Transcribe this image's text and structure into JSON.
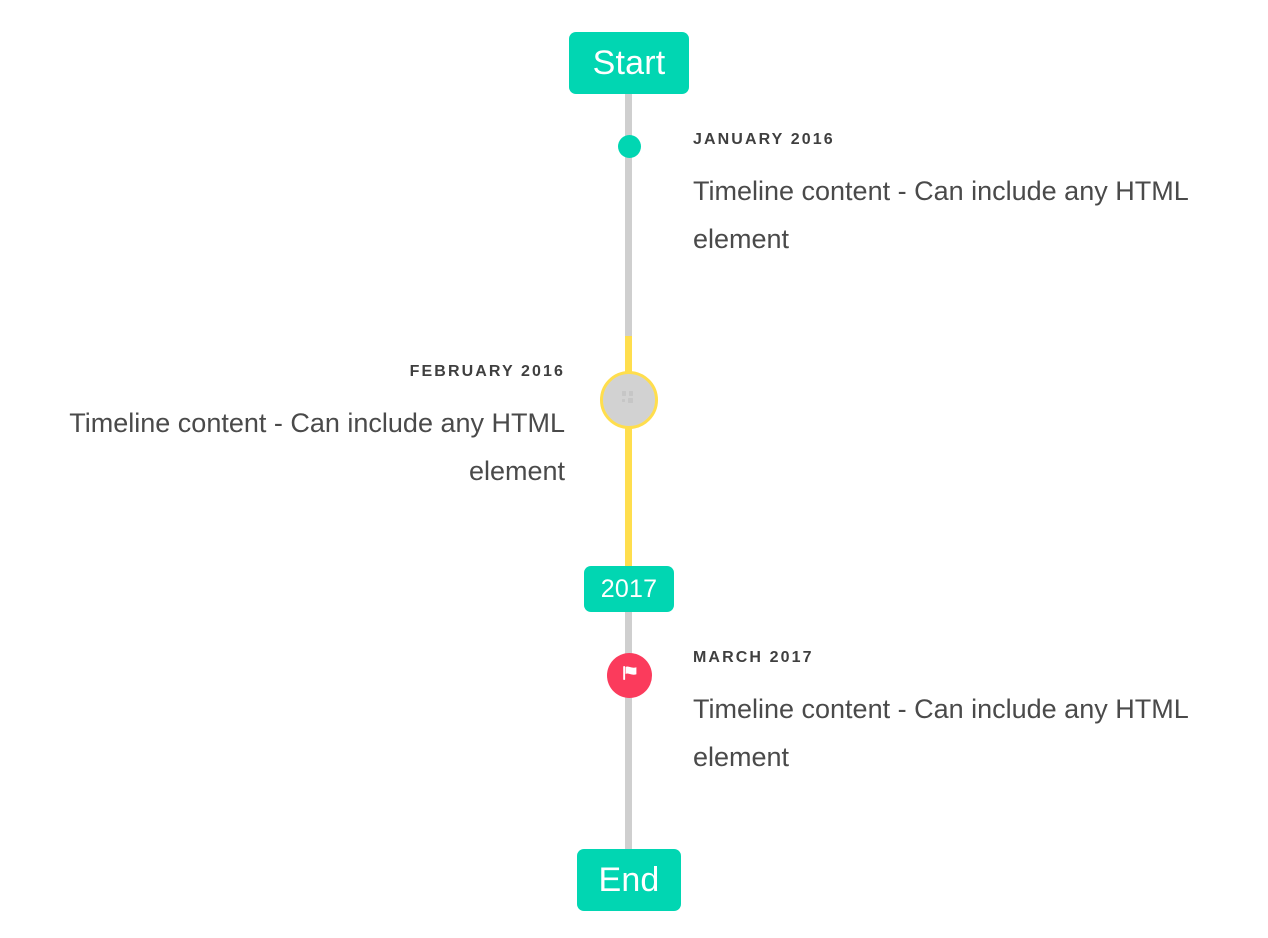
{
  "timeline": {
    "axis_color": "#cfcfcf",
    "accent_color": "#01d6b2",
    "highlight_color": "#ffde4d",
    "marker_alert_color": "#fb3b5c",
    "caps": {
      "start_label": "Start",
      "year_label": "2017",
      "end_label": "End"
    },
    "entries": [
      {
        "date": "JANUARY 2016",
        "body": "Timeline content - Can include any HTML element",
        "side": "right",
        "marker": "dot-marker",
        "marker_color": "#01d6b2"
      },
      {
        "date": "FEBRUARY 2016",
        "body": "Timeline content - Can include any HTML element",
        "side": "left",
        "marker": "ring-marker",
        "marker_color": "#d2d2d2",
        "marker_ring_color": "#ffde4d"
      },
      {
        "date": "MARCH 2017",
        "body": "Timeline content - Can include any HTML element",
        "side": "right",
        "marker": "flag-marker",
        "marker_color": "#fb3b5c"
      }
    ]
  }
}
